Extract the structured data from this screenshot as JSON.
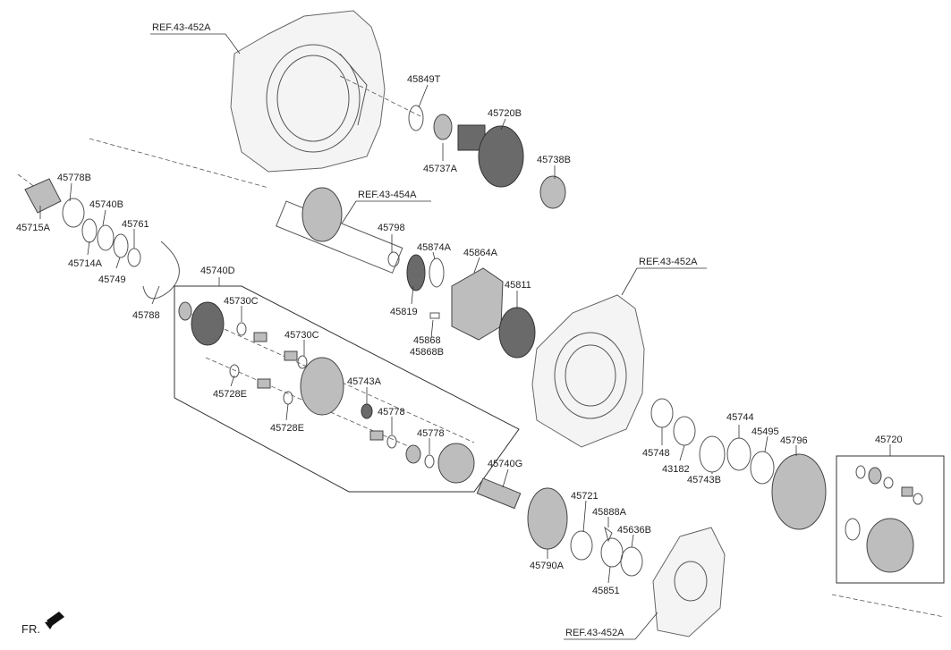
{
  "refs": {
    "r1": "REF.43-452A",
    "r2": "REF.43-454A",
    "r3": "REF.43-452A",
    "r4": "REF.43-452A"
  },
  "labels": {
    "p45849T": "45849T",
    "p45720B": "45720B",
    "p45737A": "45737A",
    "p45738B": "45738B",
    "p45778B": "45778B",
    "p45740B": "45740B",
    "p45761": "45761",
    "p45715A": "45715A",
    "p45714A": "45714A",
    "p45749": "45749",
    "p45788": "45788",
    "p45740D": "45740D",
    "p45730C_1": "45730C",
    "p45730C_2": "45730C",
    "p45728E_1": "45728E",
    "p45728E_2": "45728E",
    "p45743A": "45743A",
    "p45778_1": "45778",
    "p45778_2": "45778",
    "p45798": "45798",
    "p45874A": "45874A",
    "p45864A": "45864A",
    "p45819": "45819",
    "p45811": "45811",
    "p45868": "45868",
    "p45868B": "45868B",
    "p45748": "45748",
    "p43182": "43182",
    "p45743B": "45743B",
    "p45744": "45744",
    "p45495": "45495",
    "p45796": "45796",
    "p45720": "45720",
    "p45740G": "45740G",
    "p45721": "45721",
    "p45888A": "45888A",
    "p45636B": "45636B",
    "p45790A": "45790A",
    "p45851": "45851"
  },
  "footer": {
    "front": "FR."
  },
  "icons": {
    "front_arrow": "arrow-left-down-icon"
  }
}
